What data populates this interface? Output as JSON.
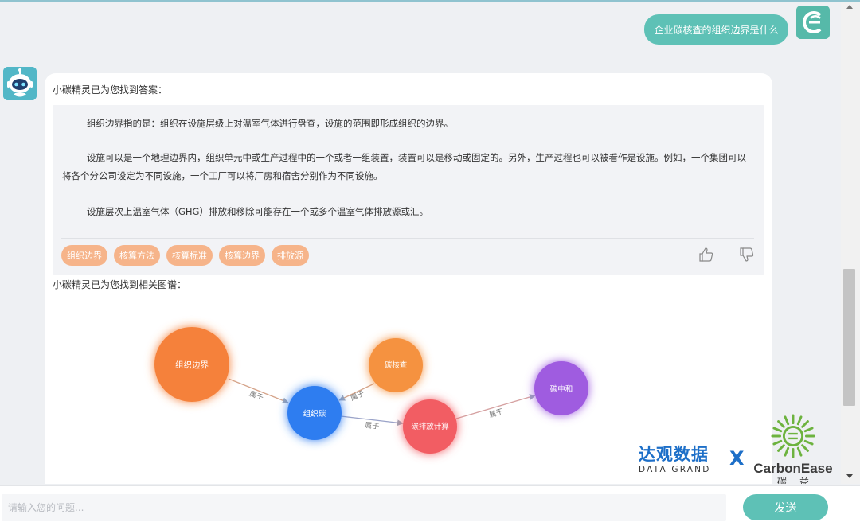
{
  "user_message": {
    "text": "企业碳核查的组织边界是什么"
  },
  "answer": {
    "title": "小碳精灵已为您找到答案：",
    "paragraphs": [
      "组织边界指的是：组织在设施层级上对温室气体进行盘查，设施的范围即形成组织的边界。",
      "设施可以是一个地理边界内，组织单元中或生产过程中的一个或者一组装置，装置可以是移动或固定的。另外，生产过程也可以被看作是设施。例如，一个集团可以将各个分公司设定为不同设施，一个工厂可以将厂房和宿舍分别作为不同设施。",
      "设施层次上温室气体（GHG）排放和移除可能存在一个或多个温室气体排放源或汇。"
    ],
    "tags": [
      "组织边界",
      "核算方法",
      "核算标准",
      "核算边界",
      "排放源"
    ]
  },
  "graph": {
    "title": "小碳精灵已为您找到相关图谱：",
    "nodes": [
      {
        "id": "n1",
        "label": "组织边界",
        "color": "#f5813a"
      },
      {
        "id": "n2",
        "label": "碳核查",
        "color": "#f5923f"
      },
      {
        "id": "n3",
        "label": "组织碳",
        "color": "#2f7df0"
      },
      {
        "id": "n4",
        "label": "碳排放计算",
        "color": "#f25d63"
      },
      {
        "id": "n5",
        "label": "碳中和",
        "color": "#9f5be0"
      }
    ],
    "edges": [
      {
        "from": "n1",
        "to": "n3",
        "label": "属于"
      },
      {
        "from": "n2",
        "to": "n3",
        "label": "属于"
      },
      {
        "from": "n3",
        "to": "n4",
        "label": "属于"
      },
      {
        "from": "n4",
        "to": "n5",
        "label": "属于"
      }
    ]
  },
  "logos": {
    "datagrand_cn": "达观数据",
    "datagrand_en": "DATA GRAND",
    "x": "X",
    "carbonease_en": "CarbonEase",
    "carbonease_cn": "碳益"
  },
  "input": {
    "placeholder": "请输入您的问题..."
  },
  "send_label": "发送",
  "colors": {
    "accent": "#5ec1b6",
    "tag": "#f6b48a",
    "brand_blue": "#1d6fc8"
  }
}
